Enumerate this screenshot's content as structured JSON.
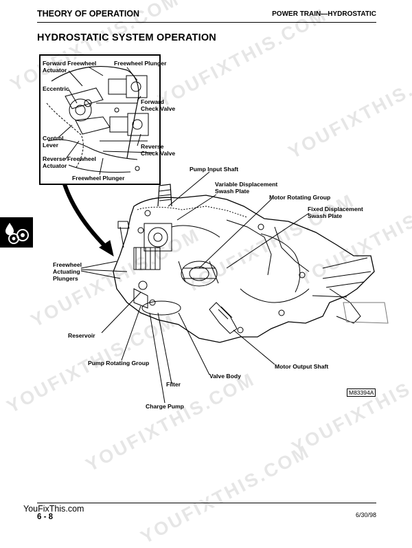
{
  "header": {
    "section": "THEORY OF OPERATION",
    "chapter": "POWER TRAIN—HYDROSTATIC"
  },
  "page_title": "HYDROSTATIC SYSTEM OPERATION",
  "inset_labels": {
    "forward_freewheel_actuator": "Forward Freewheel\nActuator",
    "freewheel_plunger_top": "Freewheel Plunger",
    "eccentric": "Eccentric",
    "forward_check_valve": "Forward\nCheck Valve",
    "control_lever": "Control\nLever",
    "reverse_check_valve": "Reverse\nCheck Valve",
    "reverse_freewheel_actuator": "Reverse Freewheel\nActuator",
    "freewheel_plunger_bottom": "Freewheel Plunger"
  },
  "main_labels": {
    "pump_input_shaft": "Pump Input Shaft",
    "variable_displacement_swash_plate": "Variable Displacement\nSwash Plate",
    "motor_rotating_group": "Motor Rotating Group",
    "fixed_displacement_swash_plate": "Fixed Displacement\nSwash Plate",
    "freewheel_actuating_plungers": "Freewheel\nActuating\nPlungers",
    "reservoir": "Reservoir",
    "pump_rotating_group": "Pump Rotating Group",
    "motor_output_shaft": "Motor Output Shaft",
    "valve_body": "Valve Body",
    "filter": "Filter",
    "charge_pump": "Charge Pump"
  },
  "figure_ref": "M83394A",
  "watermark": "YOUFIXTHIS.COM",
  "footer": {
    "site": "YouFixThis.com",
    "page": "6 - 8",
    "date": "6/30/98"
  }
}
